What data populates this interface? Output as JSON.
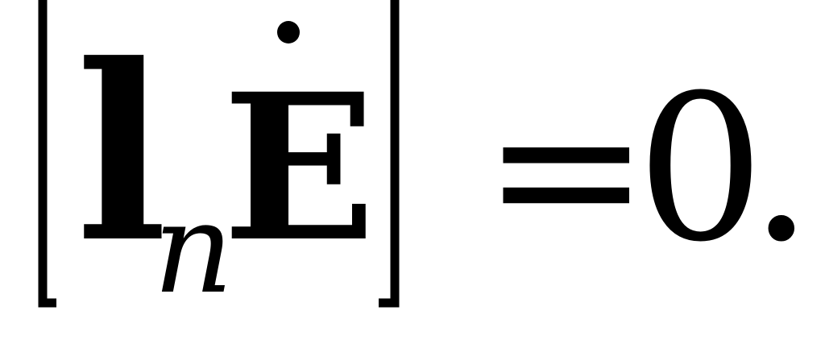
{
  "equation": {
    "vector_l": "l",
    "subscript": "n",
    "vector_e": "E",
    "equals": "=",
    "rhs": "0",
    "period": "."
  }
}
